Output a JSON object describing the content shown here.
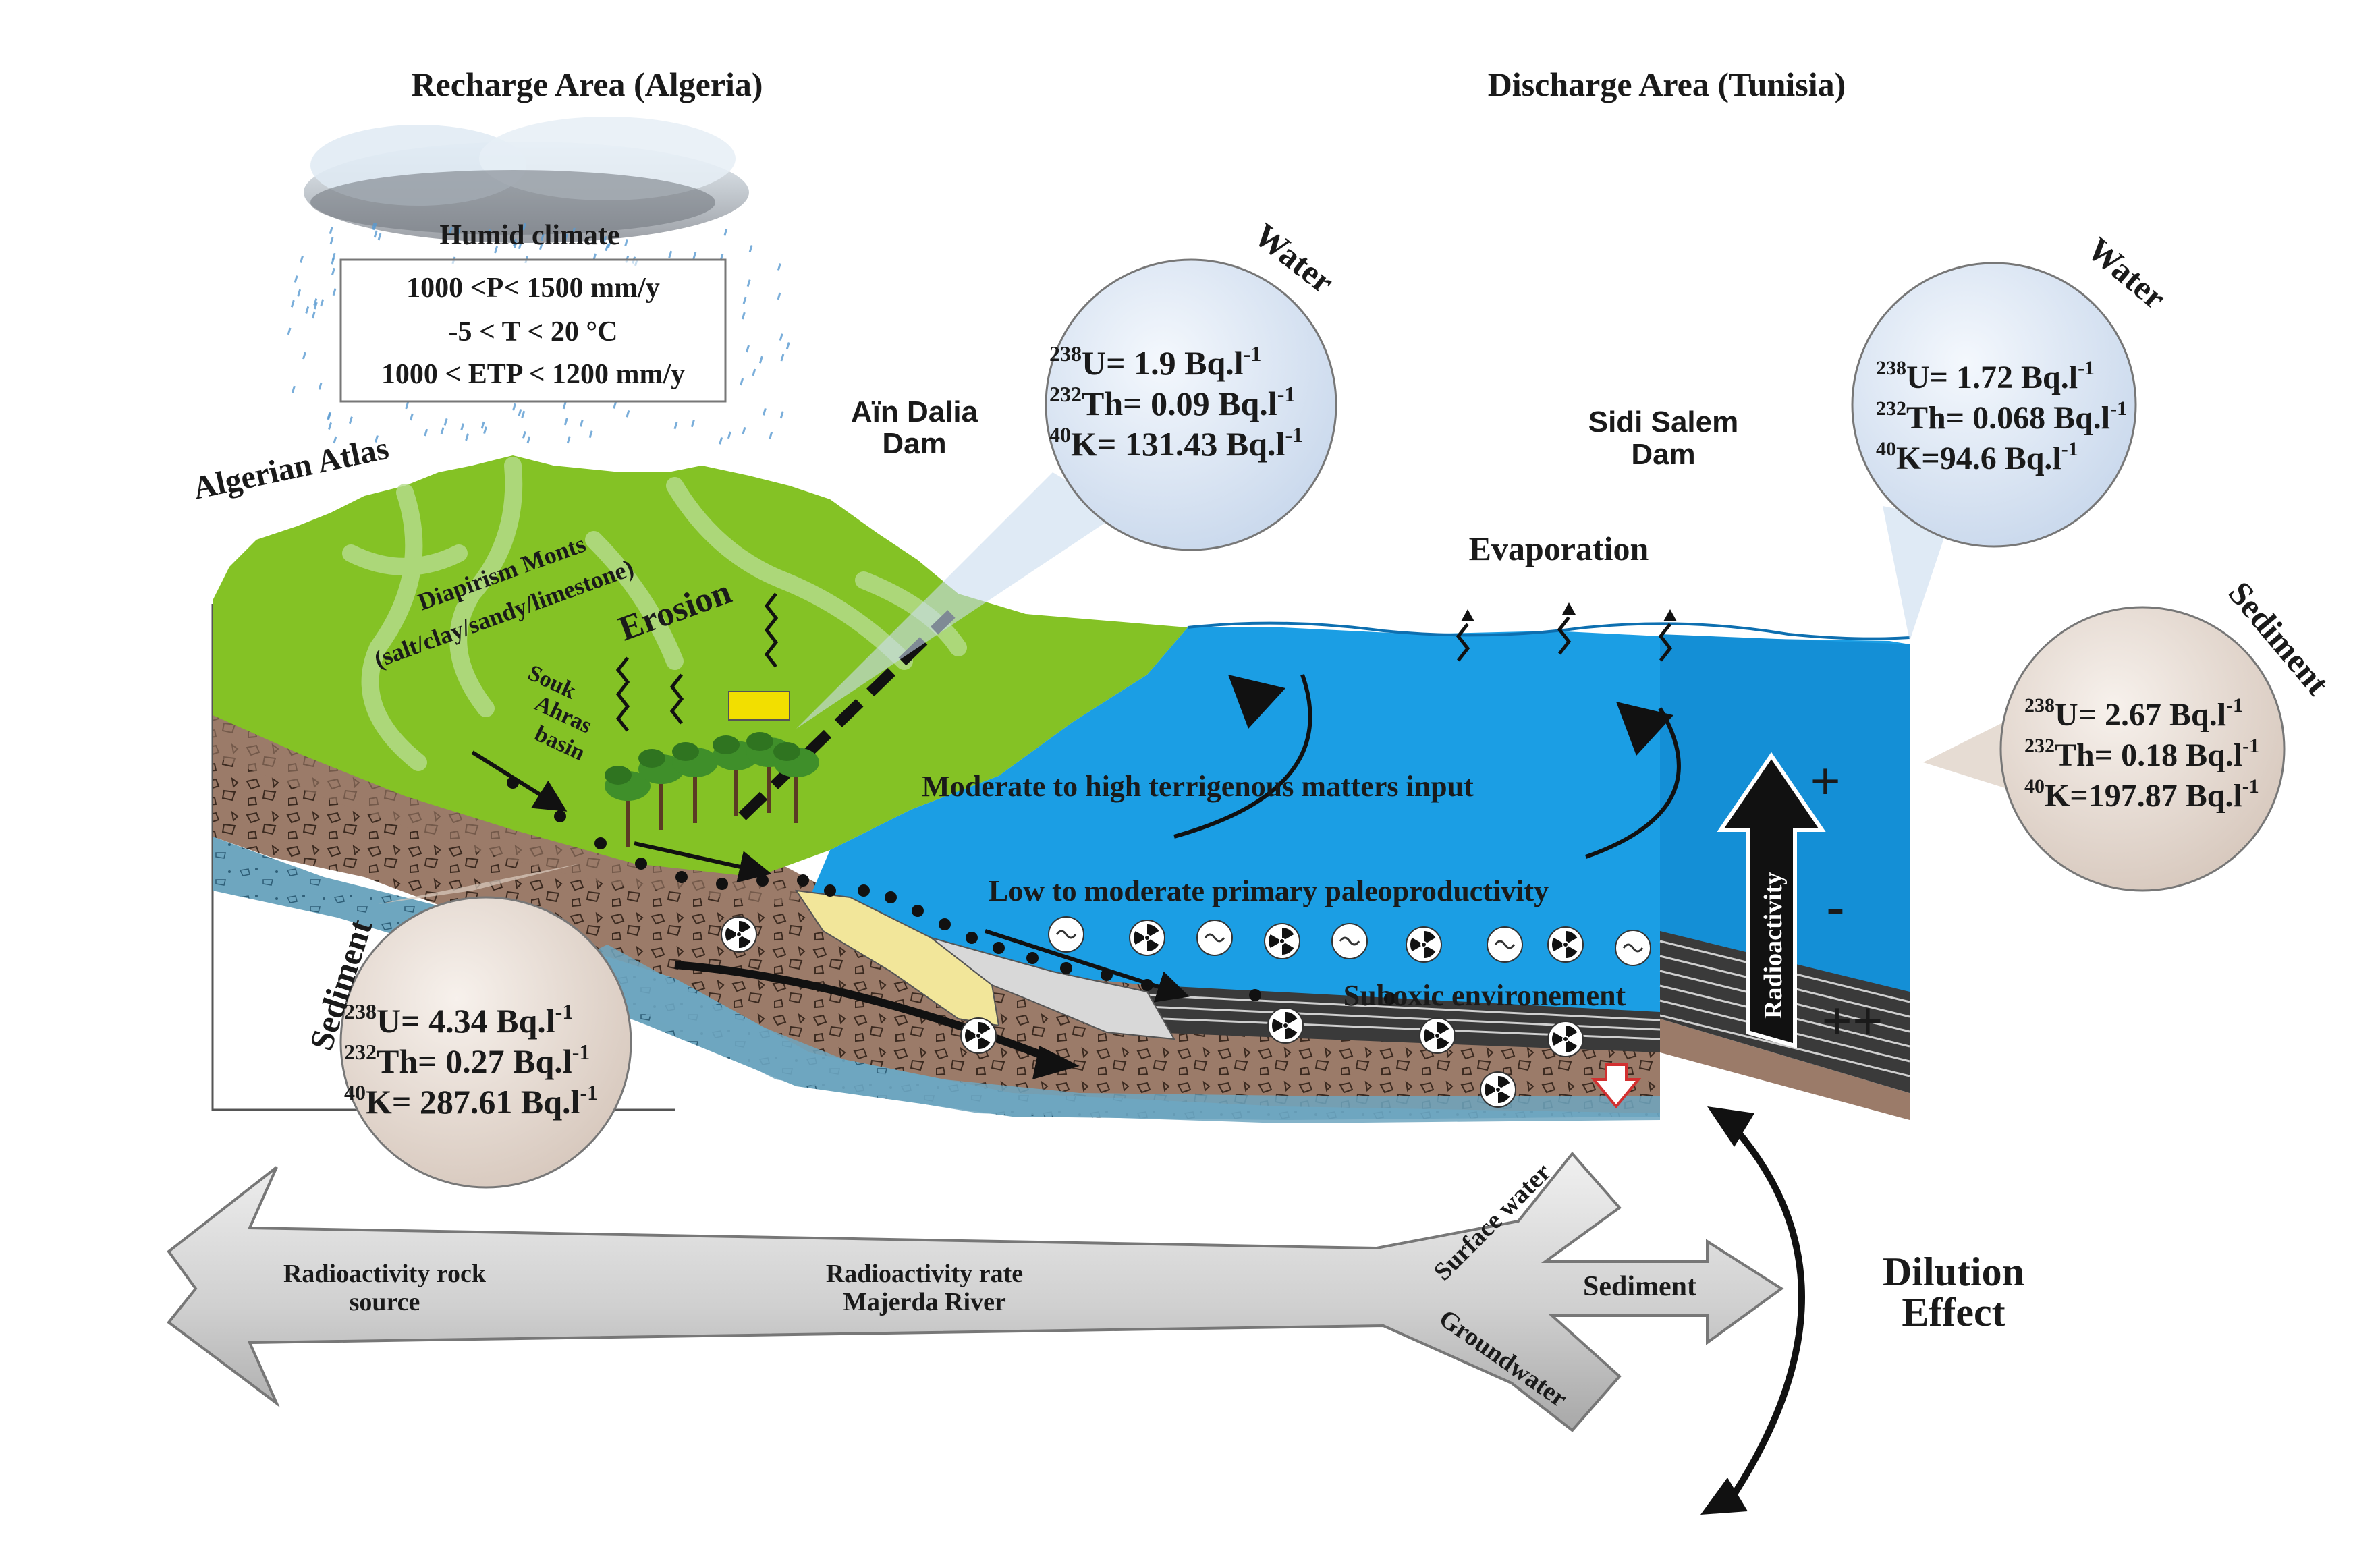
{
  "headers": {
    "recharge": "Recharge Area (Algeria)",
    "discharge": "Discharge Area (Tunisia)"
  },
  "climate": {
    "title": "Humid climate",
    "lines": [
      "1000 <P< 1500 mm/y",
      "-5 < T < 20 °C",
      "1000 < ETP < 1200 mm/y"
    ]
  },
  "place_labels": {
    "algerian_atlas": "Algerian Atlas",
    "diapirism_line1": "Diapirism Monts",
    "diapirism_line2": "(salt/clay/sandy/limestone)",
    "erosion": "Erosion",
    "souk": "Souk",
    "ahras": "Ahras",
    "basin": "basin",
    "ain_dalia_line1": "Aïn Dalia",
    "ain_dalia_line2": "Dam",
    "sidi_salem_line1": "Sidi Salem",
    "sidi_salem_line2": "Dam",
    "evaporation": "Evaporation"
  },
  "process_labels": {
    "terrigenous": "Moderate to high terrigenous matters input",
    "paleoproductivity": "Low to moderate primary paleoproductivity",
    "suboxic": "Suboxic environement",
    "radioactivity": "Radioactivity",
    "plus": "+",
    "minus": "-",
    "plus_plus": "++"
  },
  "bubbles": {
    "water_aindalia": {
      "title": "Water",
      "u238": {
        "iso": "238",
        "text": "U= 1.9 Bq.l",
        "exp": "-1"
      },
      "th232": {
        "iso": "232",
        "text": "Th= 0.09 Bq.l",
        "exp": "-1"
      },
      "k40": {
        "iso": "40",
        "text": "K= 131.43 Bq.l",
        "exp": "-1"
      }
    },
    "water_sidisalem": {
      "title": "Water",
      "u238": {
        "iso": "238",
        "text": "U= 1.72 Bq.l",
        "exp": "-1"
      },
      "th232": {
        "iso": "232",
        "text": "Th= 0.068 Bq.l",
        "exp": "-1"
      },
      "k40": {
        "iso": "40",
        "text": "K=94.6 Bq.l",
        "exp": "-1"
      }
    },
    "sediment_sidisalem": {
      "title": "Sediment",
      "u238": {
        "iso": "238",
        "text": "U= 2.67 Bq.l",
        "exp": "-1"
      },
      "th232": {
        "iso": "232",
        "text": "Th= 0.18 Bq.l",
        "exp": "-1"
      },
      "k40": {
        "iso": "40",
        "text": "K=197.87 Bq.l",
        "exp": "-1"
      }
    },
    "sediment_souk": {
      "title": "Sediment",
      "u238": {
        "iso": "238",
        "text": "U= 4.34 Bq.l",
        "exp": "-1"
      },
      "th232": {
        "iso": "232",
        "text": "Th= 0.27 Bq.l",
        "exp": "-1"
      },
      "k40": {
        "iso": "40",
        "text": "K= 287.61 Bq.l",
        "exp": "-1"
      }
    }
  },
  "flow": {
    "source_line1": "Radioactivity rock",
    "source_line2": "source",
    "rate_line1": "Radioactivity rate",
    "rate_line2": "Majerda River",
    "surface_water": "Surface water",
    "sediment": "Sediment",
    "groundwater": "Groundwater",
    "dilution_line1": "Dilution",
    "dilution_line2": "Effect"
  },
  "colors": {
    "land_green": "#84c225",
    "water_blue": "#1b9ee4",
    "soil_brown": "#9b7b69",
    "groundwater_blue": "#6ea6bf",
    "bubble_water": "#e2ebf6",
    "bubble_sediment": "#ece3dd",
    "arrow_grey": "#d6d6d6"
  }
}
